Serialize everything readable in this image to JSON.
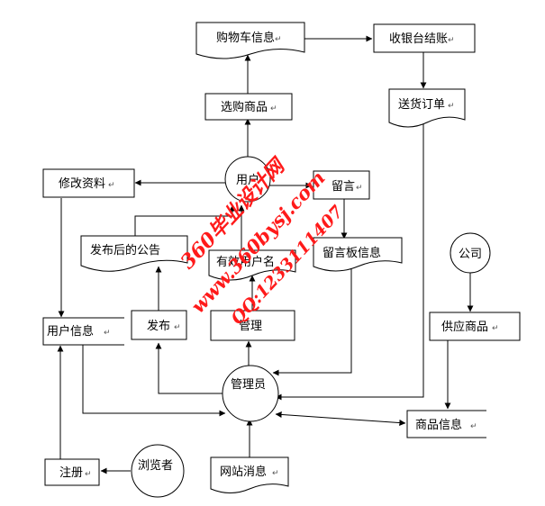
{
  "return_mark": "↵",
  "nodes": {
    "cart_info": "购物车信息",
    "checkout": "收银台结账",
    "select_goods": "选购商品",
    "delivery_order": "送货订单",
    "user": "用户",
    "edit_profile": "修改资料",
    "message": "留言",
    "published_notice": "发布后的公告",
    "valid_users": "有效用户名",
    "message_board": "留言板信息",
    "company": "公司",
    "user_info": "用户信息",
    "publish": "发布",
    "manage": "管理",
    "supply_goods": "供应商品",
    "admin": "管理员",
    "goods_info": "商品信息",
    "register": "注册",
    "visitor": "浏览者",
    "site_news": "网站消息"
  },
  "watermark": {
    "line1": "360毕业设计网",
    "line2": "www.360bysj.com",
    "line3": "QQ:1233111407"
  },
  "colors": {
    "line": "#000000",
    "watermark": "#ff1a1a"
  }
}
